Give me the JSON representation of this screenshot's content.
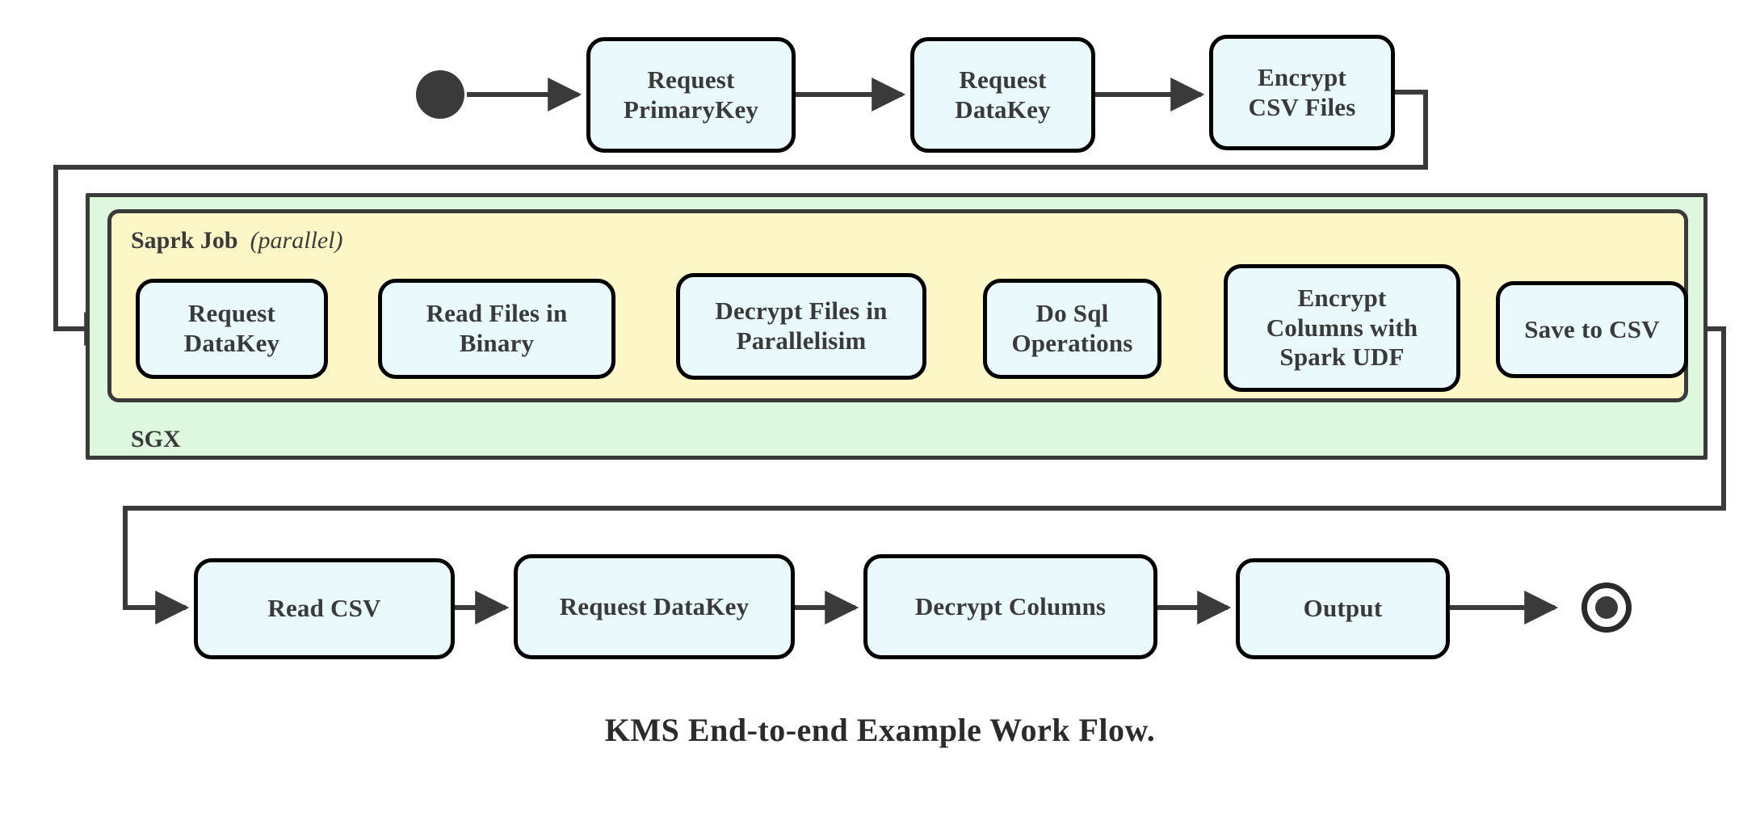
{
  "caption": "KMS End-to-end Example Work Flow.",
  "colors": {
    "node_fill": "#e9f9fc",
    "node_stroke": "#000000",
    "sgx_fill": "#ddf8df",
    "spark_fill": "#fdf7c8",
    "container_stroke": "#3a3a3a",
    "edge_stroke": "#3a3a3a",
    "text": "#3a3a3a",
    "background": "#ffffff"
  },
  "containers": {
    "sgx": {
      "label": "SGX"
    },
    "spark": {
      "label_bold": "Saprk Job",
      "label_italic": "(parallel)"
    }
  },
  "terminals": {
    "start": "start-node",
    "end": "end-node"
  },
  "rows": {
    "top": [
      {
        "id": "request-primarykey",
        "label": "Request\nPrimaryKey"
      },
      {
        "id": "request-datakey-top",
        "label": "Request\nDataKey"
      },
      {
        "id": "encrypt-csv-files",
        "label": "Encrypt\nCSV Files"
      }
    ],
    "spark": [
      {
        "id": "request-datakey-spark",
        "label": "Request\nDataKey"
      },
      {
        "id": "read-files-in-binary",
        "label": "Read Files in\nBinary"
      },
      {
        "id": "decrypt-files-in-parallelisim",
        "label": "Decrypt Files in\nParallelisim"
      },
      {
        "id": "do-sql-operations",
        "label": "Do Sql\nOperations"
      },
      {
        "id": "encrypt-columns-with-spark-udf",
        "label": "Encrypt\nColumns with\nSpark UDF"
      },
      {
        "id": "save-to-csv",
        "label": "Save to CSV"
      }
    ],
    "bottom": [
      {
        "id": "read-csv",
        "label": "Read CSV"
      },
      {
        "id": "request-datakey-bottom",
        "label": "Request DataKey"
      },
      {
        "id": "decrypt-columns",
        "label": "Decrypt Columns"
      },
      {
        "id": "output",
        "label": "Output"
      }
    ]
  },
  "chart_data": {
    "type": "diagram",
    "title": "KMS End-to-end Example Work Flow.",
    "nodes": [
      "start",
      "Request PrimaryKey",
      "Request DataKey",
      "Encrypt CSV Files",
      "Request DataKey",
      "Read Files in Binary",
      "Decrypt Files in Parallelisim",
      "Do Sql Operations",
      "Encrypt Columns with Spark UDF",
      "Save to CSV",
      "Read CSV",
      "Request DataKey",
      "Decrypt Columns",
      "Output",
      "end"
    ],
    "edges": [
      [
        "start",
        "Request PrimaryKey"
      ],
      [
        "Request PrimaryKey",
        "Request DataKey"
      ],
      [
        "Request DataKey",
        "Encrypt CSV Files"
      ],
      [
        "Encrypt CSV Files",
        "Request DataKey (Spark)"
      ],
      [
        "Request DataKey (Spark)",
        "Read Files in Binary"
      ],
      [
        "Read Files in Binary",
        "Decrypt Files in Parallelisim"
      ],
      [
        "Decrypt Files in Parallelisim",
        "Do Sql Operations"
      ],
      [
        "Do Sql Operations",
        "Encrypt Columns with Spark UDF"
      ],
      [
        "Encrypt Columns with Spark UDF",
        "Save to CSV"
      ],
      [
        "Save to CSV",
        "Read CSV"
      ],
      [
        "Read CSV",
        "Request DataKey (bottom)"
      ],
      [
        "Request DataKey (bottom)",
        "Decrypt Columns"
      ],
      [
        "Decrypt Columns",
        "Output"
      ],
      [
        "Output",
        "end"
      ]
    ],
    "groups": [
      {
        "label": "SGX",
        "members": [
          "Saprk Job"
        ]
      },
      {
        "label": "Saprk Job (parallel)",
        "members": [
          "Request DataKey",
          "Read Files in Binary",
          "Decrypt Files in Parallelisim",
          "Do Sql Operations",
          "Encrypt Columns with Spark UDF",
          "Save to CSV"
        ]
      }
    ]
  }
}
